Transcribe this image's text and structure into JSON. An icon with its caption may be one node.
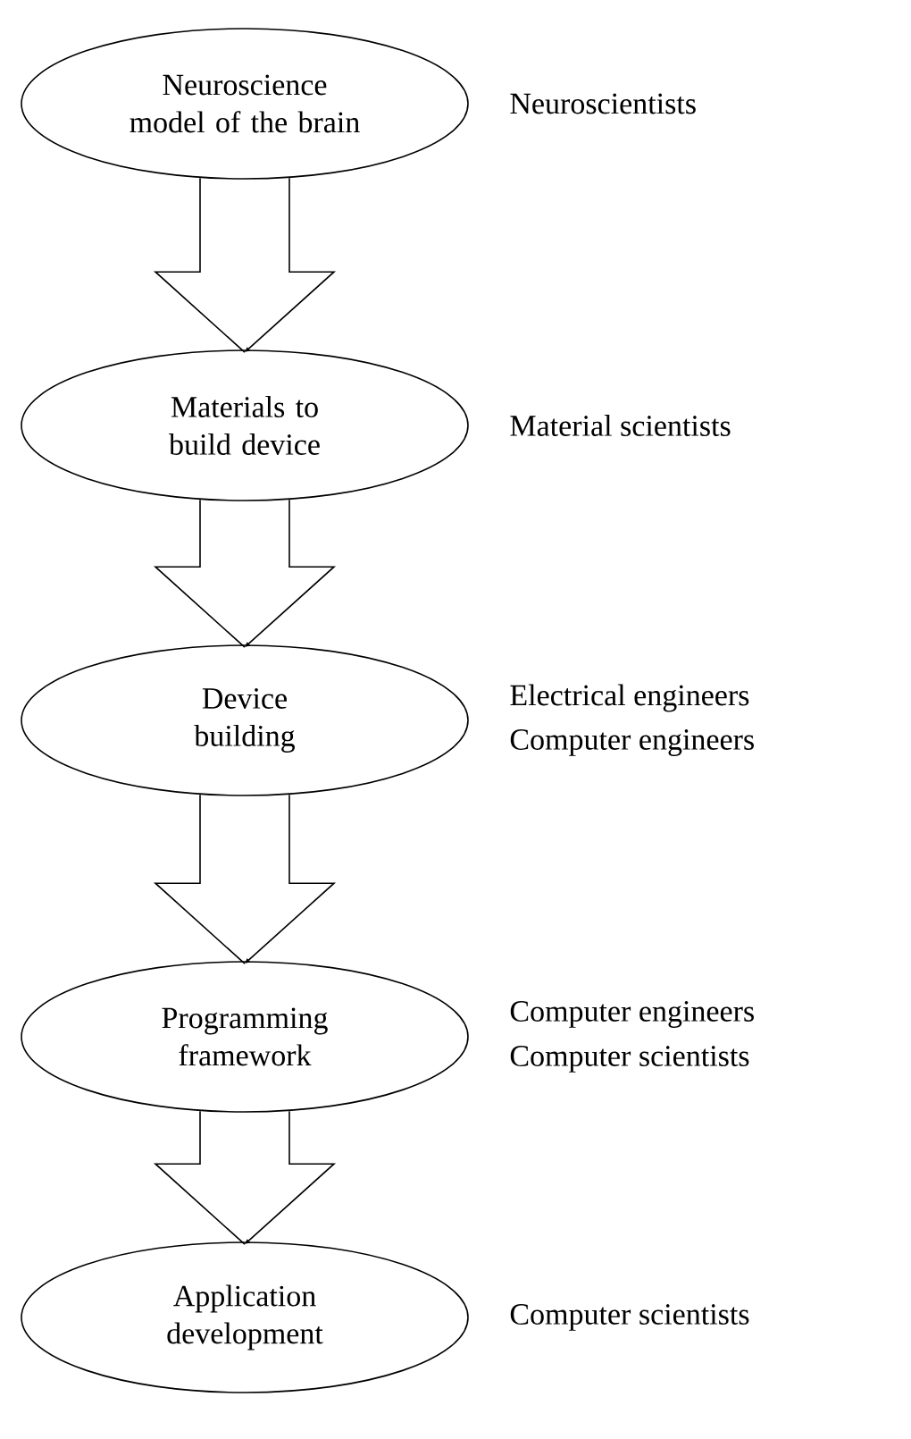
{
  "diagram": {
    "nodes": [
      {
        "text": [
          "Neuroscience model of the brain"
        ],
        "beside": [
          "Neuroscientists"
        ]
      },
      {
        "text": [
          "Materials to build device"
        ],
        "beside": [
          "Material scientists"
        ]
      },
      {
        "text": [
          "Device building"
        ],
        "beside": [
          "Electrical engineers",
          "Computer engineers"
        ]
      },
      {
        "text": [
          "Programming framework"
        ],
        "beside": [
          "Computer engineers",
          "Computer scientists"
        ]
      },
      {
        "text": [
          "Application development"
        ],
        "beside": [
          "Computer scientists"
        ]
      }
    ],
    "edges": [
      {
        "from": 0,
        "to": 1,
        "arrow": "to"
      },
      {
        "from": 1,
        "to": 2,
        "arrow": "to"
      },
      {
        "from": 2,
        "to": 3,
        "arrow": "to"
      },
      {
        "from": 3,
        "to": 4,
        "arrow": "to"
      }
    ]
  }
}
